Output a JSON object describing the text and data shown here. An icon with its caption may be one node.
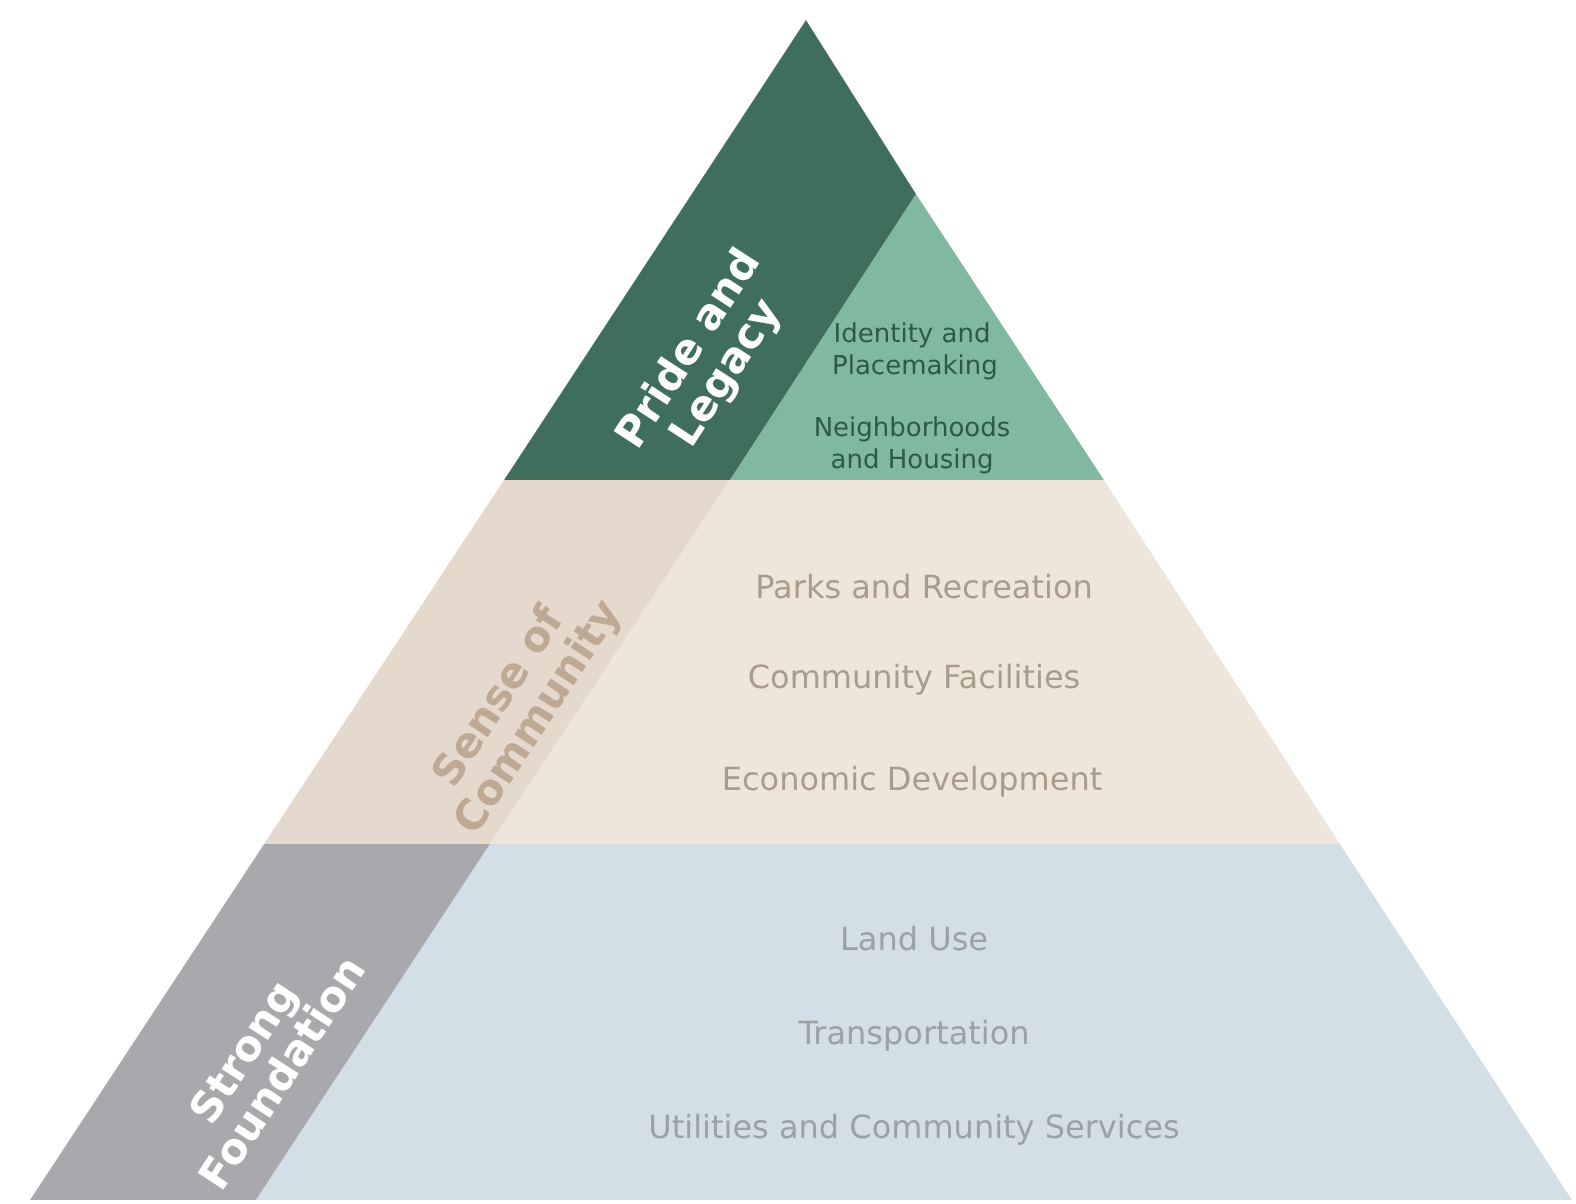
{
  "diagram": {
    "nodes": [
      {
        "text": [
          "Pride and Legacy"
        ]
      },
      {
        "text": [
          "Identity and Placemaking",
          "Neighborhoods and Housing"
        ]
      },
      {
        "text": [
          "Sense of Community"
        ]
      },
      {
        "text": [
          "Parks and Recreation",
          "Community Facilities",
          "Economic Development"
        ]
      },
      {
        "text": [
          "Strong Foundation"
        ]
      },
      {
        "text": [
          "Land Use",
          "Transportation",
          "Utilities and Community Services"
        ]
      }
    ]
  }
}
